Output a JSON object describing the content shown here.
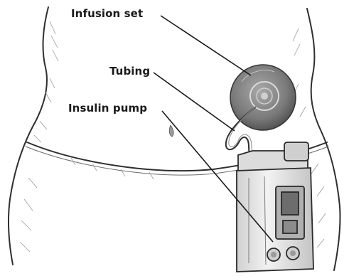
{
  "labels": {
    "infusion_set": "Infusion set",
    "tubing": "Tubing",
    "insulin_pump": "Insulin pump"
  },
  "colors": {
    "ink": "#2a2a2a",
    "shade": "#8a8a8a",
    "infusion_disc": "#7d7d7d",
    "pump_body": "#e8e8e8"
  }
}
